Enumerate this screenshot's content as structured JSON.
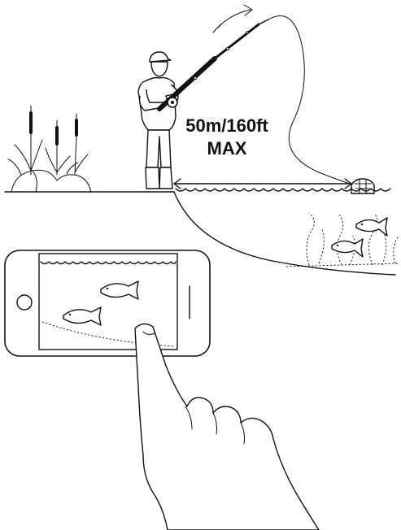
{
  "range_label": {
    "line1": "50m/160ft",
    "line2": "MAX"
  },
  "icons": {
    "angler": "fisherman-casting",
    "rod": "fishing-rod",
    "sonar": "castable-sonar-float",
    "phone": "smartphone",
    "hand": "pointing-hand",
    "fish": "fish",
    "reeds": "cattail-reeds",
    "cast_arrow": "arrow"
  },
  "colors": {
    "ink": "#111111",
    "background": "#ffffff"
  }
}
